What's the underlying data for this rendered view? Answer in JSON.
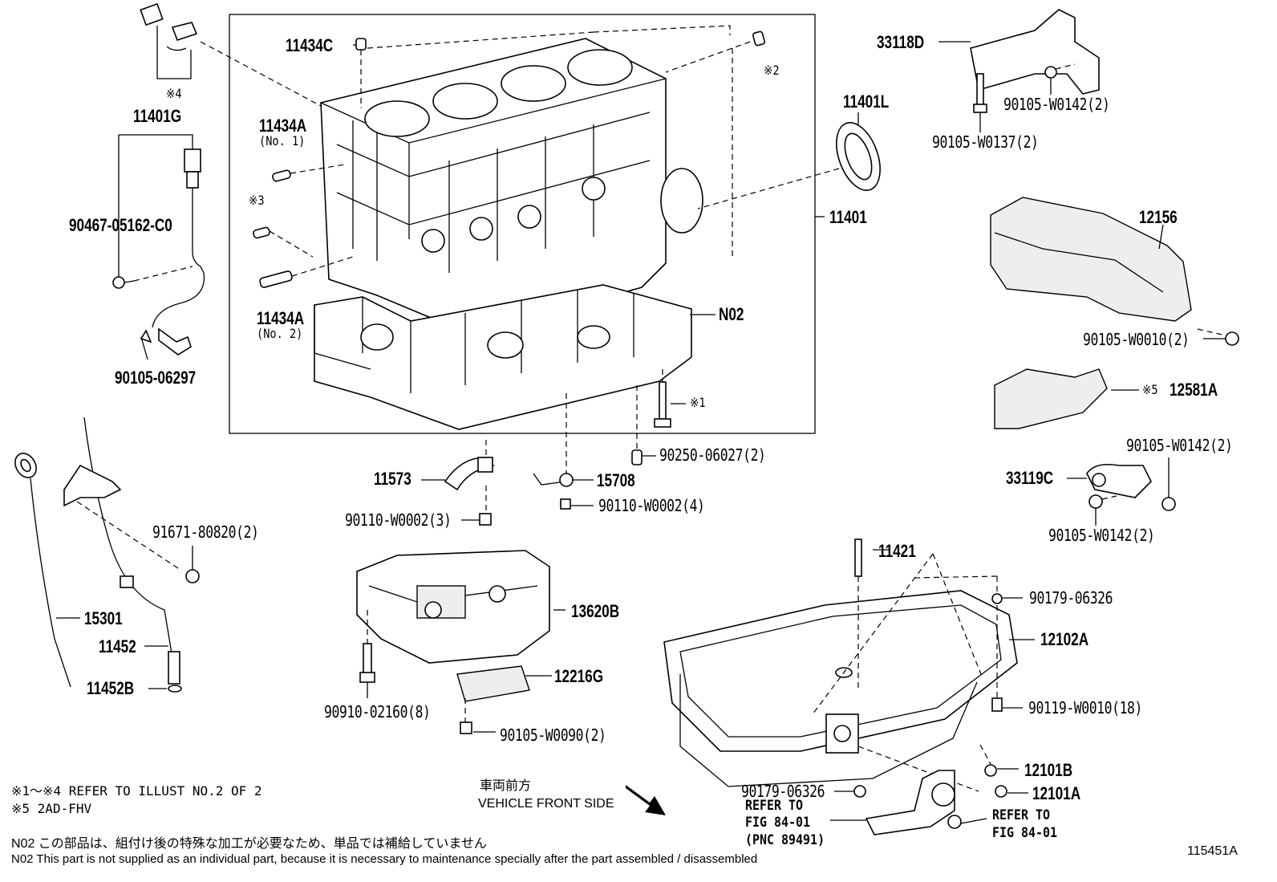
{
  "labels": {
    "p90467": "90467-05162-C0",
    "p11401G": "11401G",
    "ast4": "※4",
    "p90105_06297": "90105-06297",
    "p11434C": "11434C",
    "ast2": "※2",
    "p11434A1": "11434A",
    "p11434A1_sub": "(No. 1)",
    "ast3": "※3",
    "p11434A2": "11434A",
    "p11434A2_sub": "(No. 2)",
    "pN02": "N02",
    "p11401L": "11401L",
    "p11401": "11401",
    "ast1": "※1",
    "p90250": "90250-06027(2)",
    "p11573": "11573",
    "p90110_3": "90110-W0002(3)",
    "p15708": "15708",
    "p90110_4": "90110-W0002(4)",
    "p33118D": "33118D",
    "p90105_W0142a": "90105-W0142(2)",
    "p90105_W0137": "90105-W0137(2)",
    "p12156": "12156",
    "p90105_W0010": "90105-W0010(2)",
    "ast5": "※5",
    "p12581A": "12581A",
    "p90105_W0142b": "90105-W0142(2)",
    "p33119C": "33119C",
    "p90105_W0142c": "90105-W0142(2)",
    "p91671": "91671-80820(2)",
    "p15301": "15301",
    "p11452": "11452",
    "p11452B": "11452B",
    "p13620B": "13620B",
    "p12216G": "12216G",
    "p90910": "90910-02160(8)",
    "p90105_W0090": "90105-W0090(2)",
    "p11421": "11421",
    "p90179a": "90179-06326",
    "p12102A": "12102A",
    "p90119": "90119-W0010(18)",
    "p12101B": "12101B",
    "p12101A": "12101A",
    "p90179b": "90179-06326",
    "refer1_a": "REFER TO",
    "refer1_b": "FIG 84-01",
    "refer1_c": "(PNC 89491)",
    "refer2_a": "REFER TO",
    "refer2_b": "FIG 84-01"
  },
  "notes": {
    "line1": "※1～※4 REFER TO ILLUST NO.2 OF 2",
    "line2": "※5 2AD-FHV",
    "front_jp": "車両前方",
    "front_en": "VEHICLE FRONT SIDE",
    "n02_jp": "N02  この部品は、組付け後の特殊な加工が必要なため、単品では補給していません",
    "n02_en": "N02  This part is not supplied as an individual part, because it is necessary to maintenance specially after the part assembled / disassembled",
    "illust_no": "115451A"
  }
}
